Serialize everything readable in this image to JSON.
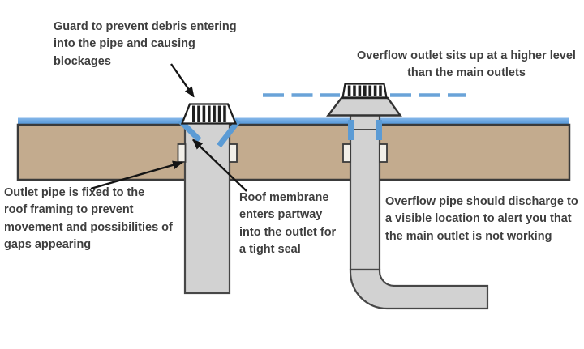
{
  "labels": {
    "guard": "Guard to prevent debris entering\ninto the pipe and causing\nblockages",
    "overflow_outlet": "Overflow outlet sits up at a higher level\nthan the main outlets",
    "outlet_fixed": "Outlet pipe is fixed to the\nroof framing to prevent\nmovement and possibilities of\ngaps appearing",
    "membrane": "Roof membrane\nenters partway\ninto the outlet for\na tight seal",
    "overflow_pipe": "Overflow pipe should discharge to\na visible location to alert you that\nthe main outlet is not working"
  },
  "colors": {
    "membrane_blue": "#5b9bd5",
    "membrane_blue_light": "#85b7e9",
    "water_dash_blue": "#6aa3d8",
    "roof_deck_tan": "#c3ab8e",
    "pipe_gray": "#d2d2d2",
    "outline_dark": "#3a3a3a",
    "guard_stripe": "#1f1f1f",
    "arrow_black": "#141414",
    "text_gray": "#3e3e3e",
    "background": "#ffffff"
  }
}
